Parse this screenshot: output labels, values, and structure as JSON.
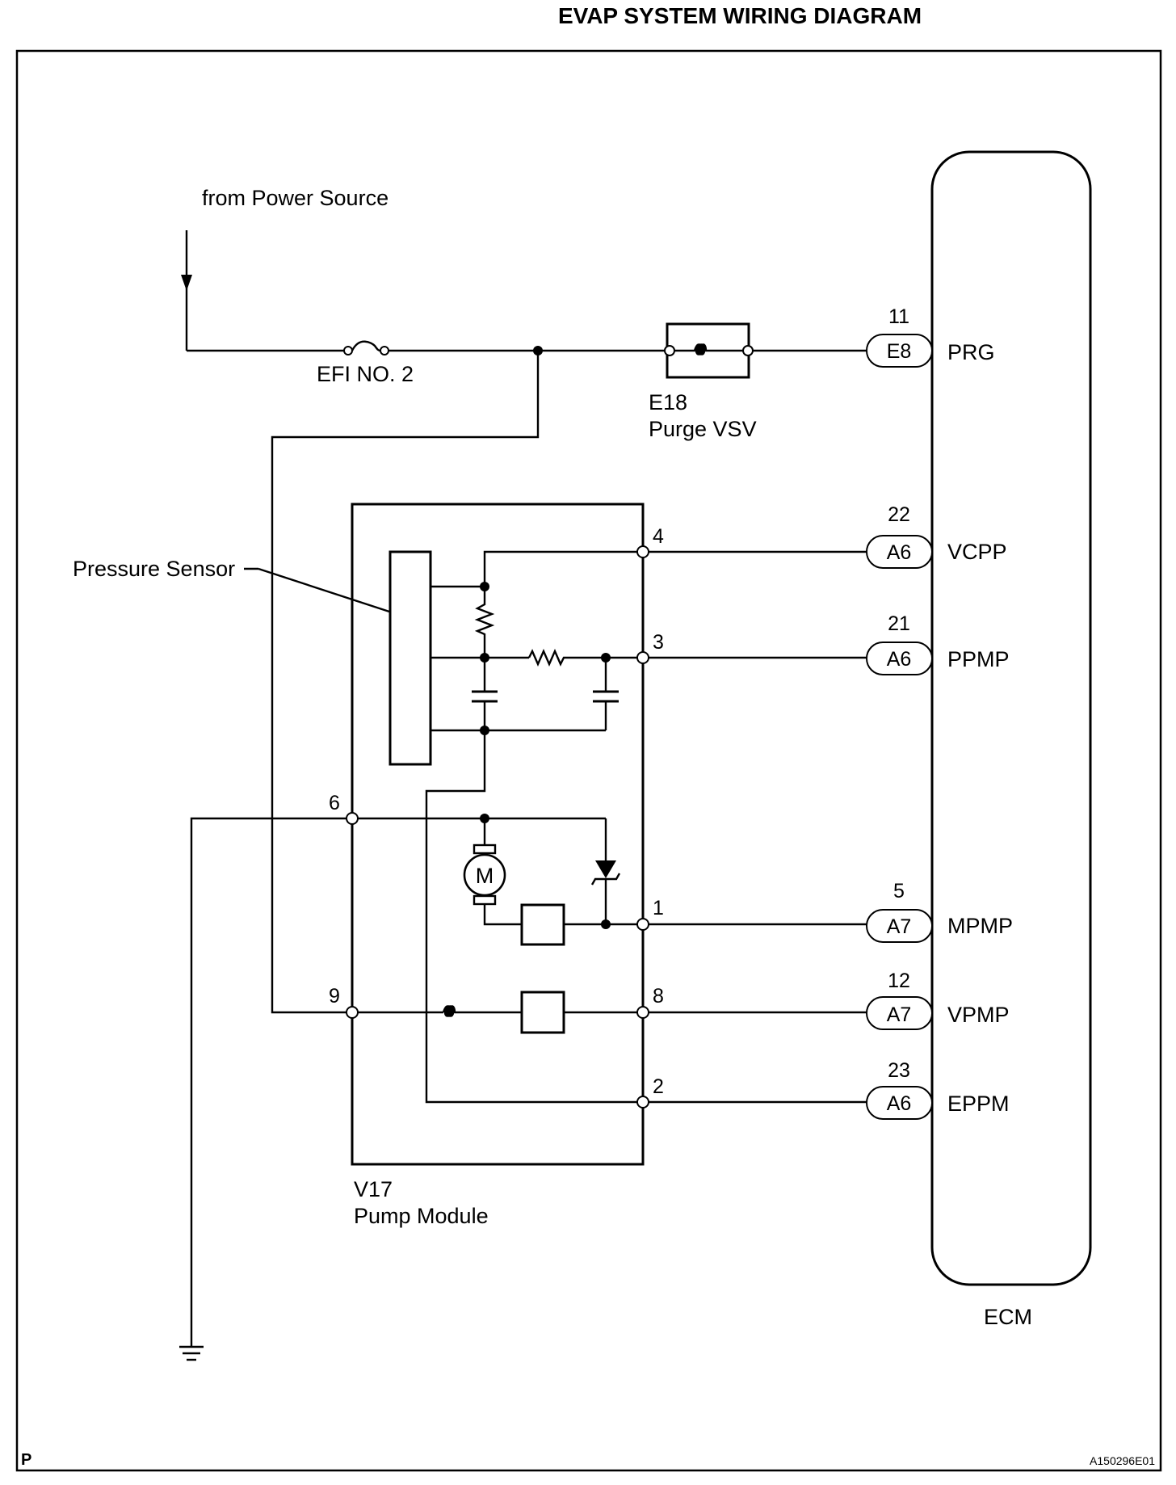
{
  "title": "EVAP SYSTEM WIRING DIAGRAM",
  "power_source": "from Power Source",
  "fuse": "EFI NO. 2",
  "purge_vsv": {
    "code": "E18",
    "name": "Purge VSV"
  },
  "pressure_sensor": "Pressure Sensor",
  "pump_module": {
    "code": "V17",
    "name": "Pump Module"
  },
  "motor_symbol": "M",
  "module_pins": [
    "4",
    "3",
    "6",
    "1",
    "9",
    "8",
    "2"
  ],
  "ecm": {
    "label": "ECM",
    "terminals": [
      {
        "num": "11",
        "conn": "E8",
        "signal": "PRG"
      },
      {
        "num": "22",
        "conn": "A6",
        "signal": "VCPP"
      },
      {
        "num": "21",
        "conn": "A6",
        "signal": "PPMP"
      },
      {
        "num": "5",
        "conn": "A7",
        "signal": "MPMP"
      },
      {
        "num": "12",
        "conn": "A7",
        "signal": "VPMP"
      },
      {
        "num": "23",
        "conn": "A6",
        "signal": "EPPM"
      }
    ]
  },
  "corner_mark": "P",
  "figure_id": "A150296E01"
}
